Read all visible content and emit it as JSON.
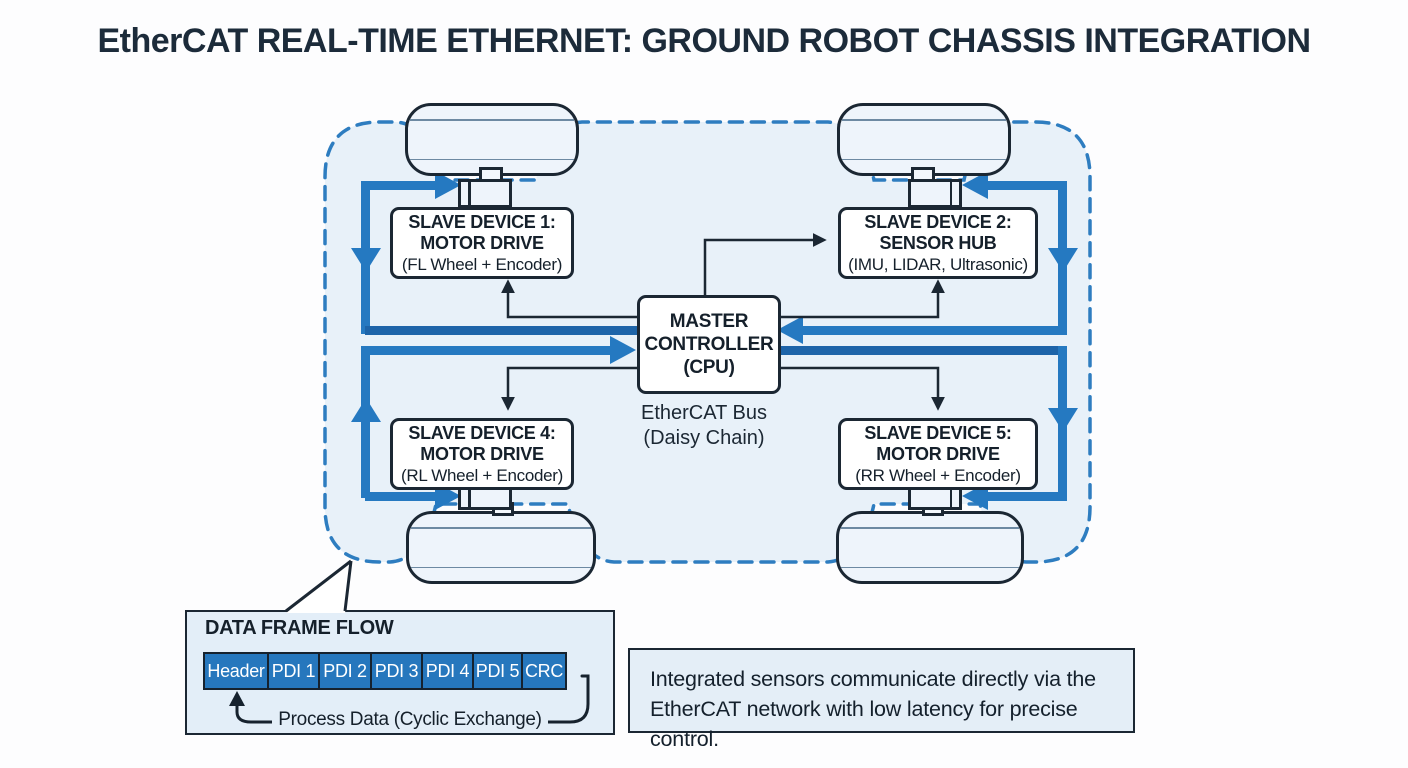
{
  "title": "EtherCAT REAL-TIME ETHERNET: GROUND ROBOT CHASSIS INTEGRATION",
  "devices": {
    "slave1": {
      "line1": "SLAVE DEVICE 1:",
      "line2": "MOTOR DRIVE",
      "line3": "(FL Wheel + Encoder)"
    },
    "slave2": {
      "line1": "SLAVE DEVICE 2:",
      "line2": "SENSOR HUB",
      "line3": "(IMU, LIDAR, Ultrasonic)"
    },
    "slave4": {
      "line1": "SLAVE DEVICE 4:",
      "line2": "MOTOR DRIVE",
      "line3": "(RL Wheel + Encoder)"
    },
    "slave5": {
      "line1": "SLAVE DEVICE 5:",
      "line2": "MOTOR DRIVE",
      "line3": "(RR Wheel + Encoder)"
    },
    "master": {
      "line1": "MASTER",
      "line2": "CONTROLLER",
      "line3": "(CPU)"
    }
  },
  "bus_label": {
    "line1": "EtherCAT Bus",
    "line2": "(Daisy Chain)"
  },
  "data_frame": {
    "title": "DATA FRAME FLOW",
    "cells": [
      "Header",
      "PDI 1",
      "PDI 2",
      "PDI 3",
      "PDI 4",
      "PDI 5",
      "CRC"
    ],
    "caption": "Process Data (Cyclic Exchange)"
  },
  "info_box": {
    "line1": "Integrated sensors communicate directly via the",
    "line2": "EtherCAT network with low latency for precise control."
  },
  "colors": {
    "bus_blue": "#2579c1",
    "bus_blue_dark": "#1d64a9",
    "chassis_dash": "#2e7dc0",
    "chassis_fill": "#e8f1f9",
    "box_border": "#1b2733",
    "cell_fill": "#2677bd",
    "panel_fill": "#e3eef8",
    "title_color": "#1c2b3a"
  }
}
